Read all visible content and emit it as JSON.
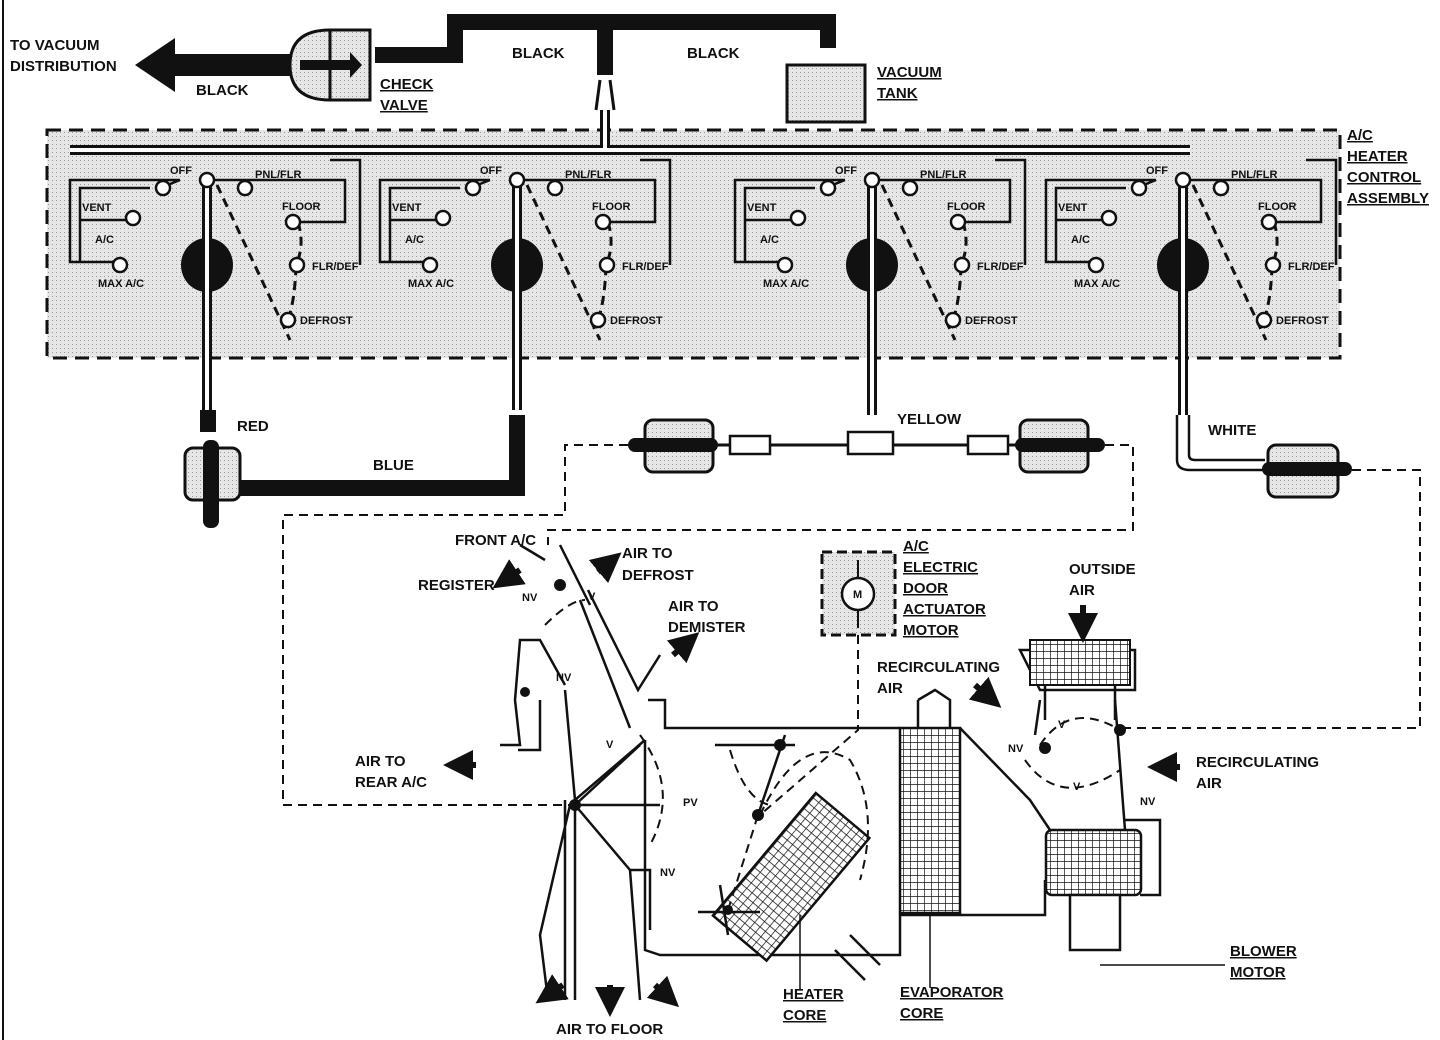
{
  "labels": {
    "to_vacuum_distribution": [
      "TO VACUUM",
      "DISTRIBUTION"
    ],
    "black_left": "BLACK",
    "black_mid": "BLACK",
    "black_right": "BLACK",
    "check_valve": [
      "CHECK",
      "VALVE"
    ],
    "vacuum_tank": [
      "VACUUM",
      "TANK"
    ],
    "control_assembly": [
      "A/C",
      "HEATER",
      "CONTROL",
      "ASSEMBLY"
    ],
    "red": "RED",
    "blue": "BLUE",
    "yellow": "YELLOW",
    "white": "WHITE",
    "front_ac": "FRONT A/C",
    "register": "REGISTER",
    "air_to_defrost": [
      "AIR TO",
      "DEFROST"
    ],
    "air_to_demister": [
      "AIR TO",
      "DEMISTER"
    ],
    "door_actuator": [
      "A/C",
      "ELECTRIC",
      "DOOR",
      "ACTUATOR",
      "MOTOR"
    ],
    "motor_symbol": "M",
    "outside_air": [
      "OUTSIDE",
      "AIR"
    ],
    "recirculating_air_top": [
      "RECIRCULATING",
      "AIR"
    ],
    "recirculating_air_right": [
      "RECIRCULATING",
      "AIR"
    ],
    "air_to_rear_ac": [
      "AIR TO",
      "REAR A/C"
    ],
    "air_to_floor": "AIR TO FLOOR",
    "heater_core": [
      "HEATER",
      "CORE"
    ],
    "evaporator_core": [
      "EVAPORATOR",
      "CORE"
    ],
    "blower_motor": [
      "BLOWER",
      "MOTOR"
    ],
    "nv": "NV",
    "v": "V",
    "pv": "PV"
  },
  "selector_positions": {
    "off": "OFF",
    "vent": "VENT",
    "ac": "A/C",
    "max_ac": "MAX A/C",
    "pnl_flr": "PNL/FLR",
    "floor": "FLOOR",
    "flr_def": "FLR/DEF",
    "defrost": "DEFROST"
  },
  "colors": {
    "ink": "#111111",
    "panel_fill": "#dcdcdc",
    "background": "#ffffff"
  }
}
